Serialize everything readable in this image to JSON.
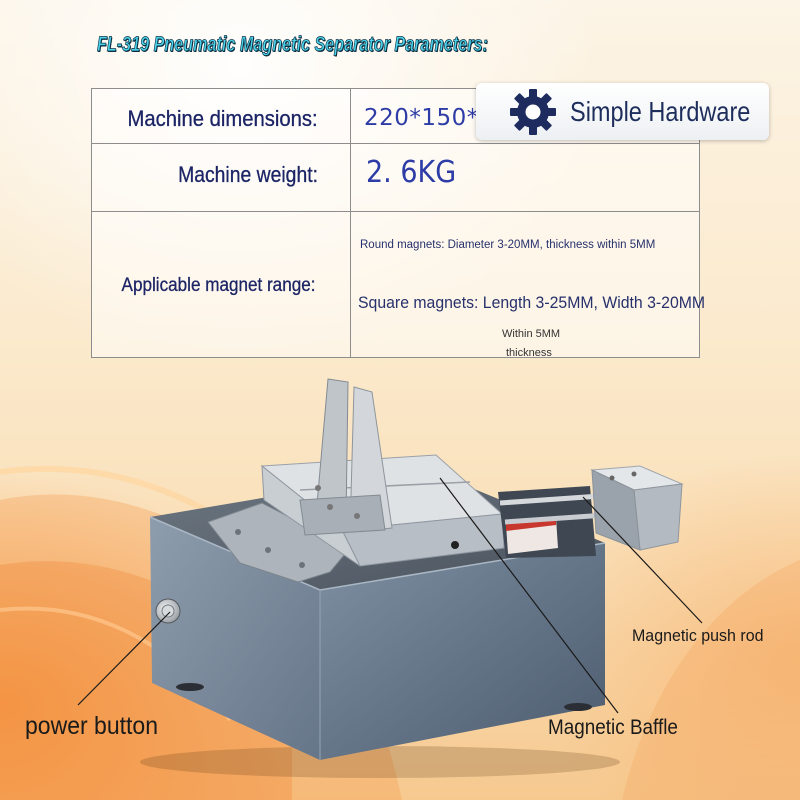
{
  "title": "FL-319 Pneumatic Magnetic Separator Parameters:",
  "badge": {
    "icon": "gear-icon",
    "text": "Simple Hardware"
  },
  "specs": {
    "dimensions": {
      "label": "Machine dimensions:",
      "value": "220*150*"
    },
    "weight": {
      "label": "Machine weight:",
      "value": "2. 6KG"
    },
    "magnet_range": {
      "label": "Applicable magnet range:",
      "round": "Round magnets: Diameter 3-20MM, thickness within 5MM",
      "square": "Square magnets: Length 3-25MM, Width 3-20MM",
      "note": [
        "Within 5MM",
        "thickness"
      ]
    }
  },
  "callouts": {
    "power_button": "power button",
    "push_rod": "Magnetic push rod",
    "baffle": "Magnetic Baffle"
  },
  "colors": {
    "title_fill": "#4ad3ec",
    "label_text": "#1c2566",
    "value_text": "#2d3ca6",
    "badge_text": "#1d2d5c",
    "machine_body": "#6d7e91",
    "background_accent": "#f6923a"
  }
}
